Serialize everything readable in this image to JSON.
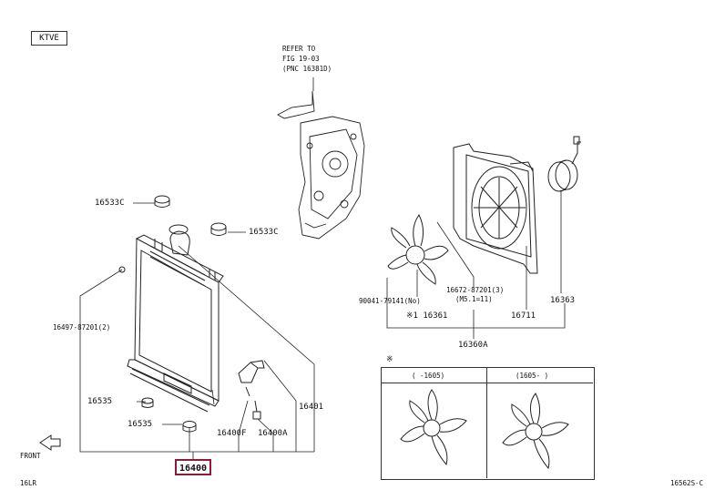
{
  "engine_code": "KTVE",
  "refer_note": {
    "line1": "REFER TO",
    "line2": "FIG 19-03",
    "line3": "(PNC 16381D)"
  },
  "parts": {
    "cap_upper": "16533C",
    "cap_right": "16533C",
    "bolt_spec": "16497-87201(2)",
    "plug": "16535",
    "cushion": "16535",
    "drain_f": "16400F",
    "drain_a": "16400A",
    "radiator": "16400",
    "pipe": "16401",
    "screw": "90041-79141(No)",
    "fan_mark": "※1 16361",
    "bolt2_line1": "16672-87201(3)",
    "bolt2_line2": "(M5.1=11)",
    "motor": "16363",
    "shroud": "16711",
    "fan_assy": "16360A"
  },
  "inset": {
    "marker": "※",
    "col1_label": "( -1605)",
    "col2_label": "(1605- )"
  },
  "front_label": "FRONT",
  "footer_left": "16LR",
  "footer_right": "16562S-C"
}
